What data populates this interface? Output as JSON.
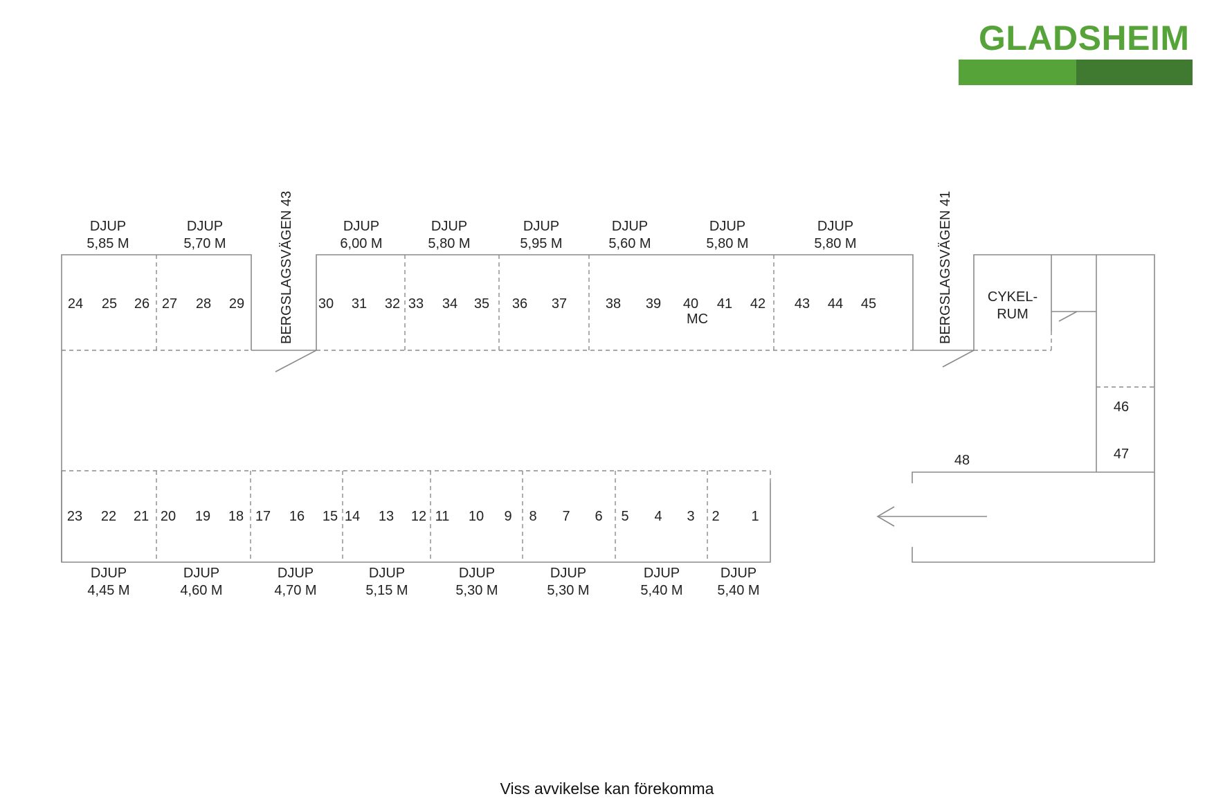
{
  "brand": {
    "name": "GLADSHEIM",
    "color": "#56a33a",
    "bar_colors": [
      "#56a33a",
      "#3f7a30"
    ]
  },
  "disclaimer": "Viss avvikelse kan förekomma",
  "entrances": [
    {
      "id": "bergslagsvagen-43",
      "label": "BERGSLAGSVÄGEN 43"
    },
    {
      "id": "bergslagsvagen-41",
      "label": "BERGSLAGSVÄGEN 41"
    }
  ],
  "rooms": [
    {
      "id": "cykelrum",
      "lines": [
        "CYKEL-",
        "RUM"
      ]
    }
  ],
  "top_depths": [
    [
      "DJUP",
      "5,85 M"
    ],
    [
      "DJUP",
      "5,70 M"
    ],
    [
      "DJUP",
      "6,00 M"
    ],
    [
      "DJUP",
      "5,80 M"
    ],
    [
      "DJUP",
      "5,95 M"
    ],
    [
      "DJUP",
      "5,60 M"
    ],
    [
      "DJUP",
      "5,80 M"
    ],
    [
      "DJUP",
      "5,80 M"
    ]
  ],
  "bottom_depths": [
    [
      "DJUP",
      "4,45 M"
    ],
    [
      "DJUP",
      "4,60 M"
    ],
    [
      "DJUP",
      "4,70 M"
    ],
    [
      "DJUP",
      "5,15 M"
    ],
    [
      "DJUP",
      "5,30 M"
    ],
    [
      "DJUP",
      "5,30 M"
    ],
    [
      "DJUP",
      "5,40 M"
    ],
    [
      "DJUP",
      "5,40 M"
    ]
  ],
  "top_spaces": [
    "24",
    "25",
    "26",
    "27",
    "28",
    "29",
    "30",
    "31",
    "32",
    "33",
    "34",
    "35",
    "36",
    "37",
    "38",
    "39",
    "40",
    "41",
    "42",
    "43",
    "44",
    "45"
  ],
  "mc_label": "MC",
  "bottom_spaces": [
    "23",
    "22",
    "21",
    "20",
    "19",
    "18",
    "17",
    "16",
    "15",
    "14",
    "13",
    "12",
    "11",
    "10",
    "9",
    "8",
    "7",
    "6",
    "5",
    "4",
    "3",
    "2",
    "1"
  ],
  "side_spaces": [
    "46",
    "47",
    "48"
  ]
}
